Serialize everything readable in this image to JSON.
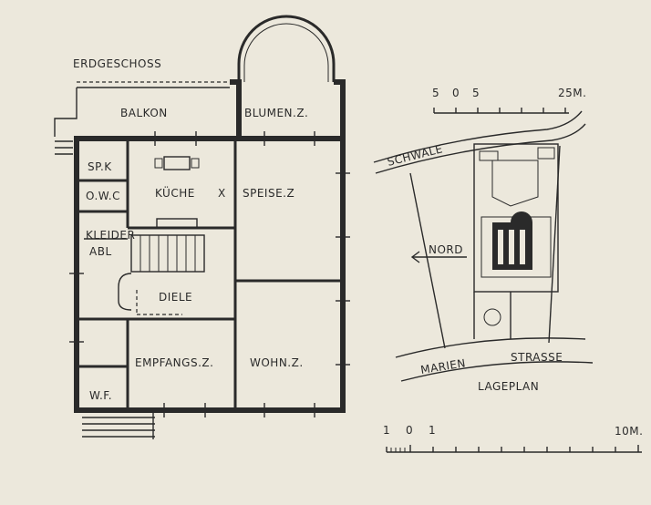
{
  "floor_plan": {
    "title": "ERDGESCHOSS",
    "rooms": {
      "balkon": "BALKON",
      "blumen": "BLUMEN.Z.",
      "spk": "SP.K",
      "owc": "O.W.C",
      "kueche": "KÜCHE",
      "x_mark": "X",
      "speise": "SPEISE.Z",
      "kleider_1": "KLEIDER",
      "kleider_2": "ABL",
      "diele": "DIELE",
      "empfangs": "EMPFANGS.Z.",
      "wohn": "WOHN.Z.",
      "wf": "W.F."
    },
    "scale": {
      "ticks": [
        "1",
        "0",
        "1"
      ],
      "end": "10M."
    }
  },
  "site_plan": {
    "title": "LAGEPLAN",
    "stream": "SCHWALE",
    "north": "NORD",
    "street_1": "MARIEN",
    "street_2": "STRASSE",
    "scale": {
      "ticks": [
        "5",
        "0",
        "5"
      ],
      "end": "25M."
    }
  }
}
